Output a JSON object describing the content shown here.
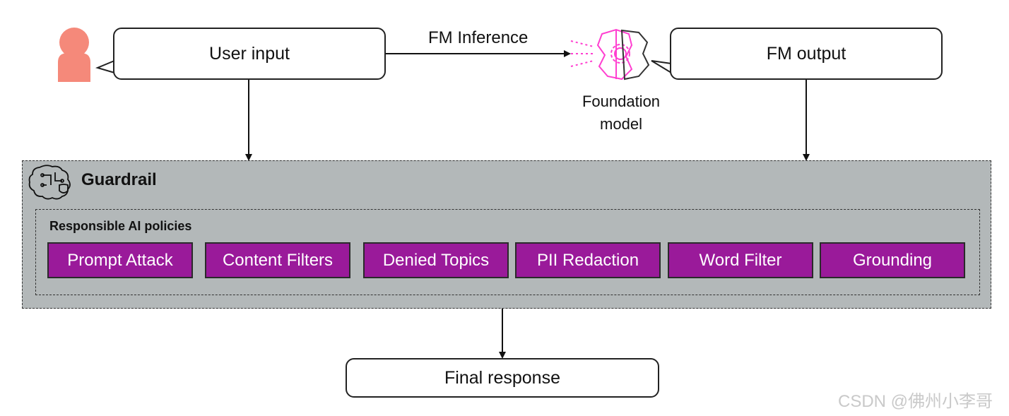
{
  "user_input": {
    "label": "User input"
  },
  "fm_inference": {
    "label": "FM Inference"
  },
  "foundation_model": {
    "line1": "Foundation",
    "line2": "model"
  },
  "fm_output": {
    "label": "FM output"
  },
  "guardrail": {
    "title": "Guardrail",
    "policies_title": "Responsible AI policies",
    "policies": [
      "Prompt Attack",
      "Content Filters",
      "Denied Topics",
      "PII Redaction",
      "Word Filter",
      "Grounding"
    ]
  },
  "final_response": {
    "label": "Final response"
  },
  "watermark": "CSDN @佛州小李哥",
  "colors": {
    "policy_fill": "#9a1a9a",
    "guardrail_fill": "#b3b8b9",
    "user_icon": "#f5897a",
    "model_icon": "#ff3fd0"
  },
  "icons": [
    "user-icon",
    "foundation-model-icon",
    "guardrail-brain-icon"
  ]
}
